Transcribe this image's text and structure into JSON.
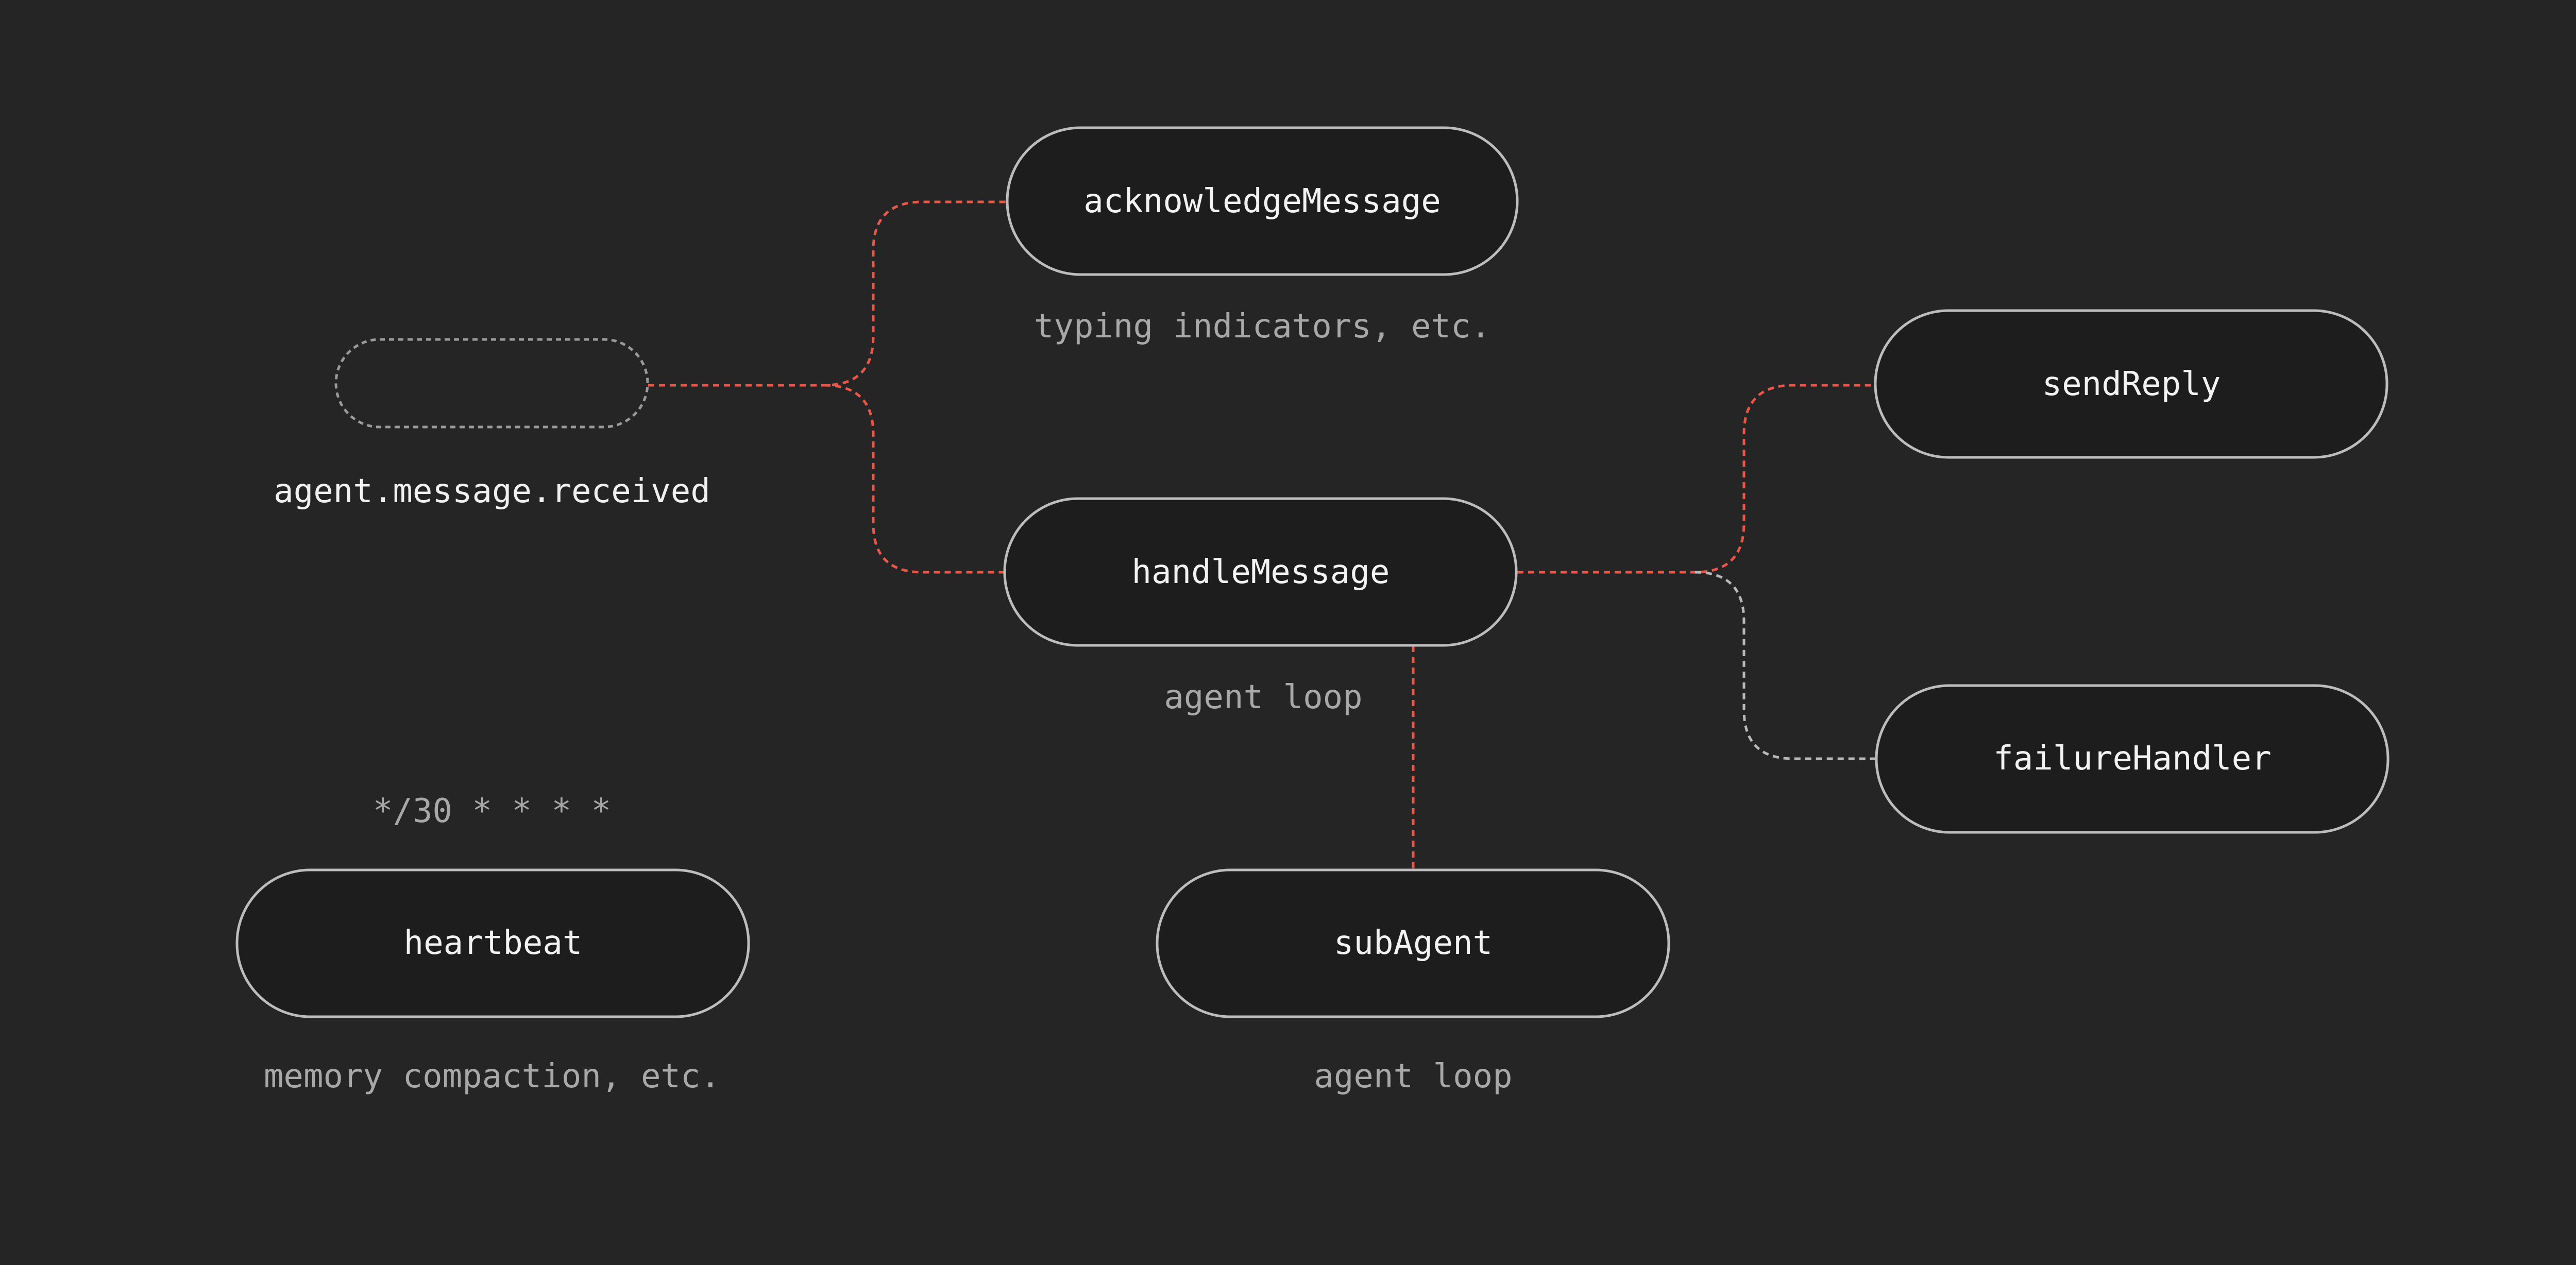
{
  "colors": {
    "background": "#252525",
    "active_edge": "#e8574a",
    "inactive_edge": "#b8b8b8",
    "node_fill": "#1d1d1d",
    "node_stroke": "#bdbdbd"
  },
  "nodes": {
    "acknowledge": {
      "label": "acknowledgeMessage",
      "caption": "typing indicators, etc."
    },
    "trigger": {
      "label": "",
      "caption": "agent.message.received"
    },
    "handle": {
      "label": "handleMessage",
      "caption": "agent loop"
    },
    "send": {
      "label": "sendReply"
    },
    "failure": {
      "label": "failureHandler"
    },
    "heartbeat": {
      "label": "heartbeat",
      "schedule": "*/30 * * * *",
      "caption": "memory compaction, etc."
    },
    "subagent": {
      "label": "subAgent",
      "caption": "agent loop"
    }
  },
  "edges": [
    {
      "from": "trigger",
      "to": "acknowledge",
      "style": "active"
    },
    {
      "from": "trigger",
      "to": "handle",
      "style": "active"
    },
    {
      "from": "handle",
      "to": "send",
      "style": "active"
    },
    {
      "from": "handle",
      "to": "failure",
      "style": "inactive"
    },
    {
      "from": "handle",
      "to": "subagent",
      "style": "active"
    }
  ]
}
